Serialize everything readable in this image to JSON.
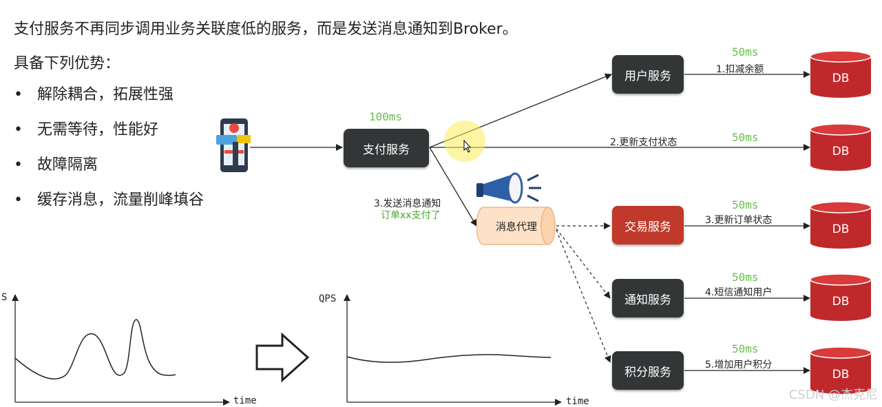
{
  "intro": {
    "headline": "支付服务不再同步调用业务关联度低的服务，而是发送消息通知到Broker。",
    "subhead": "具备下列优势：",
    "bullet_symbol": "•",
    "bullets": [
      "解除耦合，拓展性强",
      "无需等待，性能好",
      "故障隔离",
      "缓存消息，流量削峰填谷"
    ]
  },
  "diagram": {
    "pay_service": "支付服务",
    "pay_latency": "100ms",
    "user_service": "用户服务",
    "trade_service": "交易服务",
    "notify_service": "通知服务",
    "points_service": "积分服务",
    "broker": "消息代理",
    "db_label": "DB",
    "latency": "50ms",
    "step1": "1.扣减余额",
    "step2": "2.更新支付状态",
    "step3_line1": "3.发送消息通知",
    "step3_line2": "订单xx支付了",
    "step3b": "3.更新订单状态",
    "step4": "4.短信通知用户",
    "step5": "5.增加用户积分",
    "colors": {
      "dark_box": "#333637",
      "red_box": "#c0392b",
      "db": "#c0292b",
      "latency_green": "#6abf4b",
      "broker_fill": "#fde2c8"
    }
  },
  "charts": {
    "left_ylabel": "S",
    "left_xlabel": "time",
    "right_ylabel": "QPS",
    "right_xlabel": "time"
  },
  "watermark": "CSDN @杰克尼"
}
